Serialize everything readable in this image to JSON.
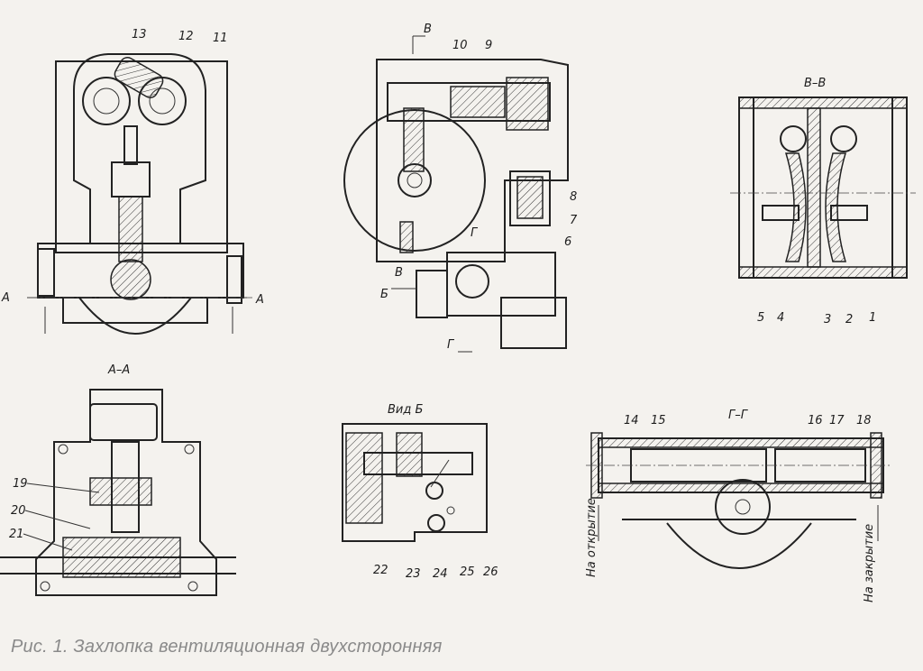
{
  "caption": "Рис. 1. Захлопка вентиляционная двухсторонняя",
  "views": {
    "section_a": "А–А",
    "section_b": "В–В",
    "section_g": "Г–Г",
    "view_b": "Вид Б"
  },
  "marks": {
    "A": "А",
    "B": "Б",
    "V": "В",
    "G": "Г"
  },
  "positions": [
    "1",
    "2",
    "3",
    "4",
    "5",
    "6",
    "7",
    "8",
    "9",
    "10",
    "11",
    "12",
    "13",
    "14",
    "15",
    "16",
    "17",
    "18",
    "19",
    "20",
    "21",
    "22",
    "23",
    "24",
    "25",
    "26"
  ],
  "directions": {
    "open": "На открытие",
    "close": "На закрытие"
  }
}
